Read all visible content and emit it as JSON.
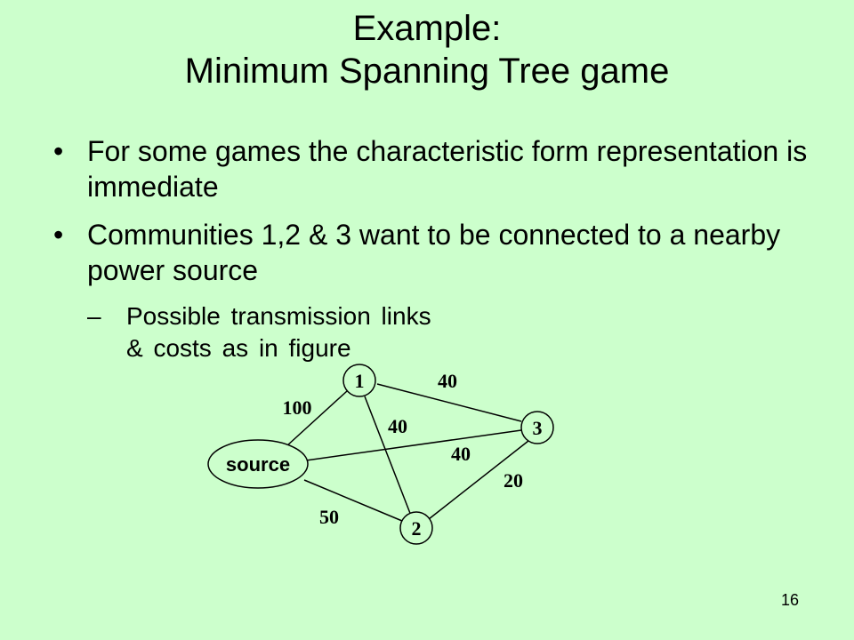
{
  "title": {
    "line1": "Example:",
    "line2": "Minimum Spanning Tree game"
  },
  "bullets": [
    {
      "marker": "•",
      "text": "For some games the characteristic form representation is immediate"
    },
    {
      "marker": "•",
      "text": "Communities 1,2 & 3 want to be connected to a nearby power source"
    }
  ],
  "sub_bullet": {
    "marker": "–",
    "text": "Possible transmission links & costs as in figure"
  },
  "graph": {
    "nodes": {
      "n1": "1",
      "n2": "2",
      "n3": "3",
      "source": "source"
    },
    "edges": {
      "source_1": "100",
      "one_3": "40",
      "one_2": "40",
      "source_3": "40",
      "two_3": "20",
      "source_2": "50"
    }
  },
  "page_number": "16"
}
